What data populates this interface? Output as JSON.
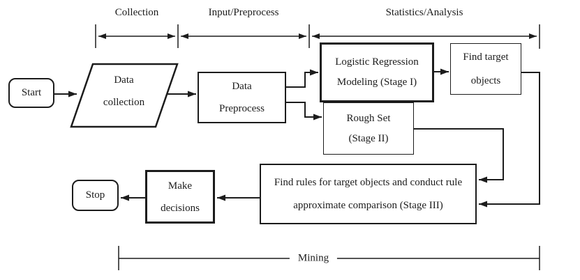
{
  "title": "Data mining process flowchart",
  "phases": {
    "collection": "Collection",
    "input_preprocess": "Input/Preprocess",
    "statistics_analysis": "Statistics/Analysis",
    "mining": "Mining"
  },
  "nodes": {
    "start": {
      "label": "Start",
      "shape": "rounded-rectangle"
    },
    "data_collection": {
      "line1": "Data",
      "line2": "collection",
      "shape": "parallelogram"
    },
    "data_preprocess": {
      "line1": "Data",
      "line2": "Preprocess",
      "shape": "rectangle"
    },
    "logistic_regression": {
      "line1": "Logistic Regression",
      "line2": "Modeling (Stage I)",
      "shape": "rectangle-bold"
    },
    "find_target": {
      "line1": "Find target",
      "line2": "objects",
      "shape": "rectangle"
    },
    "rough_set": {
      "line1": "Rough Set",
      "line2": "(Stage II)",
      "shape": "rectangle"
    },
    "stage3": {
      "line1": "Find rules for target objects and conduct rule",
      "line2": "approximate comparison (Stage III)",
      "shape": "rectangle"
    },
    "make_decisions": {
      "line1": "Make",
      "line2": "decisions",
      "shape": "rectangle-bold"
    },
    "stop": {
      "label": "Stop",
      "shape": "rounded-rectangle"
    }
  },
  "colors": {
    "ink": "#1c1c1c",
    "paper": "#ffffff"
  }
}
